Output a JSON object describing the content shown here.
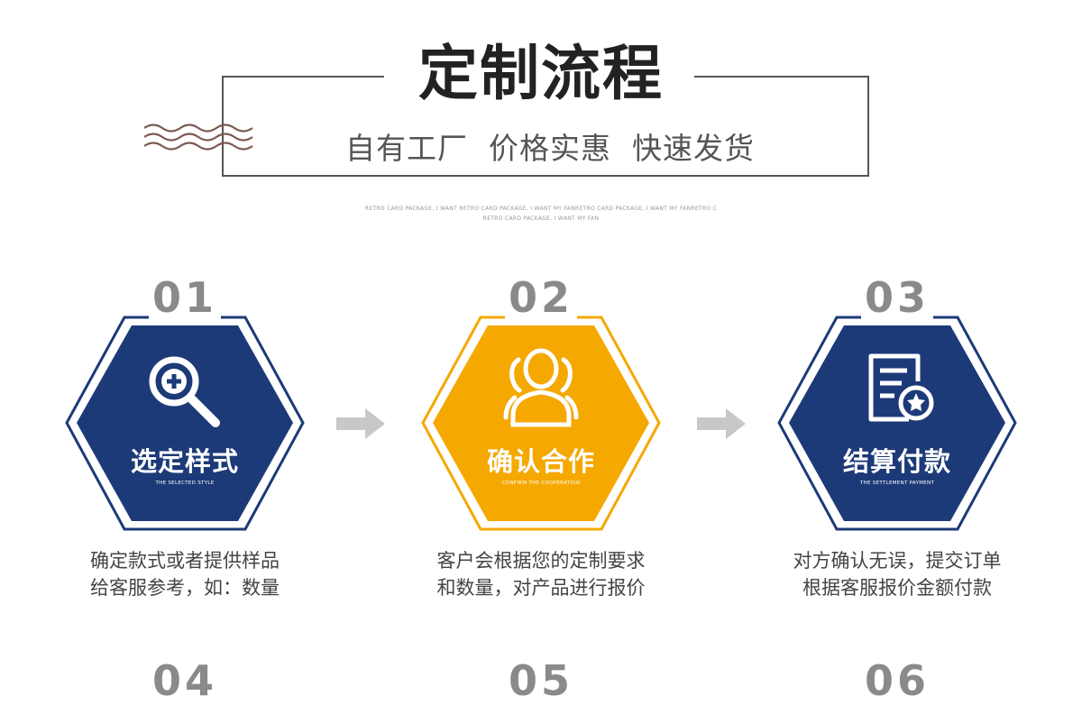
{
  "header": {
    "title": "定制流程",
    "subtitle": "自有工厂  价格实惠  快速发货",
    "tiny_line_1": "RETRO CARD PACKAGE, I WANT RETRO CARD PACKAGE, I WANT MY FANRETRO CARD PACKAGE, I WANT MY FANRETRO C",
    "tiny_line_2": "RETRO CARD PACKAGE, I WANT MY FAN"
  },
  "colors": {
    "navy": "#1d3a78",
    "orange": "#f5a800",
    "gray_arrow": "#c8c8c8"
  },
  "steps": [
    {
      "number": "01",
      "title": "选定样式",
      "subtitle": "THE SELECTED STYLE",
      "desc_line_1": "确定款式或者提供样品",
      "desc_line_2": "给客服参考，如：数量",
      "icon": "search-plus-icon",
      "color": "navy"
    },
    {
      "number": "02",
      "title": "确认合作",
      "subtitle": "CONFIRM THE COOPERATION",
      "desc_line_1": "客户会根据您的定制要求",
      "desc_line_2": "和数量，对产品进行报价",
      "icon": "user-group-icon",
      "color": "orange"
    },
    {
      "number": "03",
      "title": "结算付款",
      "subtitle": "THE SETTLEMENT PAYMENT",
      "desc_line_1": "对方确认无误，提交订单",
      "desc_line_2": "根据客服报价金额付款",
      "icon": "document-star-icon",
      "color": "navy"
    }
  ],
  "next_steps": [
    "04",
    "05",
    "06"
  ]
}
